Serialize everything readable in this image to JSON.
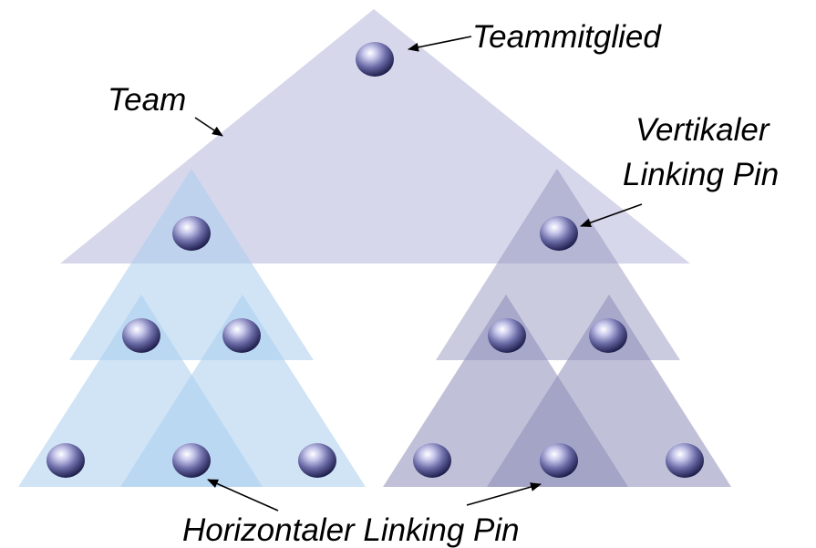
{
  "labels": {
    "member": "Teammitglied",
    "team": "Team",
    "vertical_line1": "Vertikaler",
    "vertical_line2": "Linking Pin",
    "horizontal": "Horizontaler Linking Pin"
  },
  "colors": {
    "top_team": "#c9c9e4",
    "left_team": "#a9cdef",
    "right_team": "#8c8cb8",
    "ball_highlight": "#ffffff",
    "ball_mid": "#8c8cc6",
    "ball_dark": "#1c1c4a",
    "arrow": "#000000"
  }
}
